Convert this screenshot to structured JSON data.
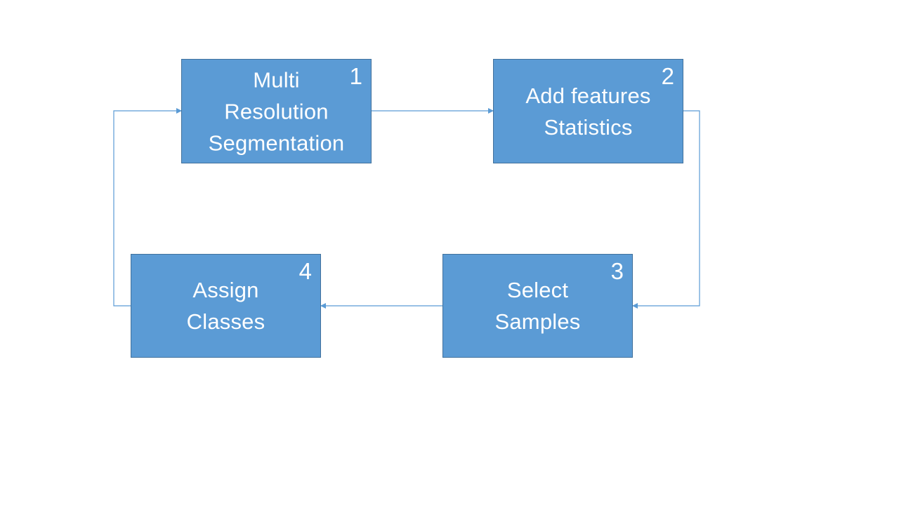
{
  "diagram": {
    "accent_color": "#5b9bd5",
    "border_color": "#41719c",
    "connector_color": "#5b9bd5",
    "steps": [
      {
        "number": "1",
        "lines": [
          "Multi",
          "Resolution",
          "Segmentation"
        ]
      },
      {
        "number": "2",
        "lines": [
          "Add features",
          "Statistics"
        ]
      },
      {
        "number": "3",
        "lines": [
          "Select",
          "Samples"
        ]
      },
      {
        "number": "4",
        "lines": [
          "Assign",
          "Classes"
        ]
      }
    ]
  }
}
